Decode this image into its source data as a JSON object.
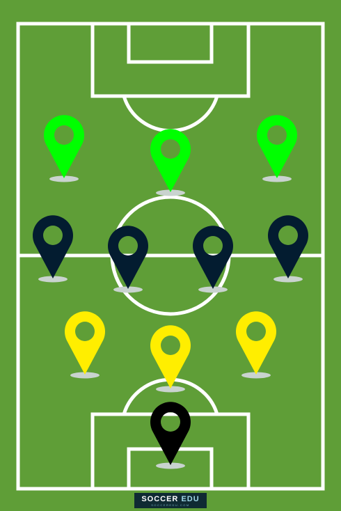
{
  "pitch": {
    "grass_color": "#5f9e37",
    "line_color": "#ffffff"
  },
  "logo": {
    "main": "SOCCER",
    "accent": "EDU",
    "sub": "SOCCEREDU.COM"
  },
  "players": [
    {
      "role": "forward",
      "name": "forward-left-marker",
      "color": "#00ff00"
    },
    {
      "role": "forward",
      "name": "forward-center-marker",
      "color": "#00ff00"
    },
    {
      "role": "forward",
      "name": "forward-right-marker",
      "color": "#00ff00"
    },
    {
      "role": "midfielder",
      "name": "midfielder-left-marker",
      "color": "#031c30"
    },
    {
      "role": "midfielder",
      "name": "midfielder-center-left-marker",
      "color": "#031c30"
    },
    {
      "role": "midfielder",
      "name": "midfielder-center-right-marker",
      "color": "#031c30"
    },
    {
      "role": "midfielder",
      "name": "midfielder-right-marker",
      "color": "#031c30"
    },
    {
      "role": "defender",
      "name": "defender-left-marker",
      "color": "#ffee00"
    },
    {
      "role": "defender",
      "name": "defender-center-marker",
      "color": "#ffee00"
    },
    {
      "role": "defender",
      "name": "defender-right-marker",
      "color": "#ffee00"
    },
    {
      "role": "goalkeeper",
      "name": "goalkeeper-marker",
      "color": "#000000"
    }
  ]
}
